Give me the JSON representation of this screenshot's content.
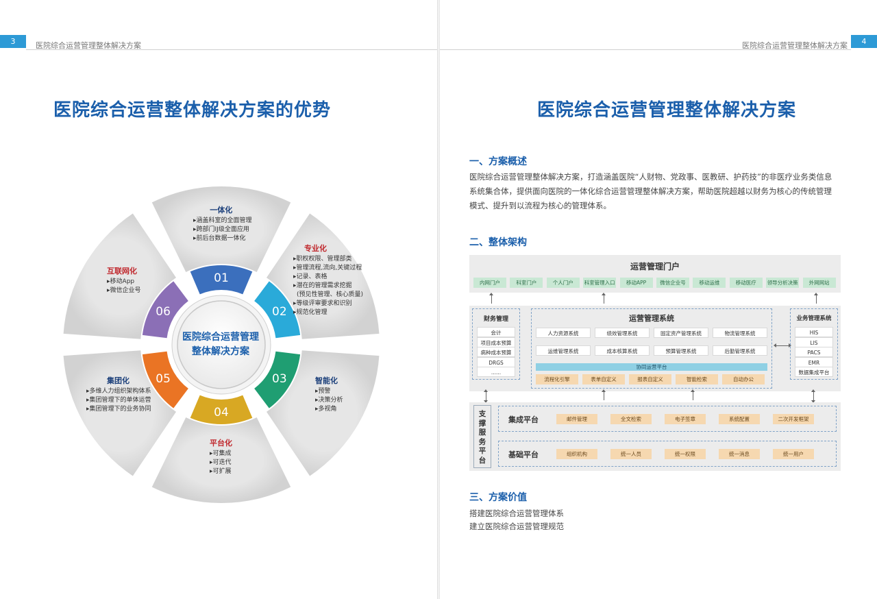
{
  "left_page": {
    "page_number": "3",
    "running_head": "医院综合运营管理整体解决方案",
    "title": "医院综合运营整体解决方案的优势",
    "center_label_line1": "医院综合运营管理",
    "center_label_line2": "整体解决方案",
    "segments": [
      {
        "number": "01",
        "title": "一体化",
        "color": "#3b6fbd",
        "items": [
          "涵盖科室的全面管理",
          "跨部门IJ级全面应用",
          "前后台数据一体化"
        ]
      },
      {
        "number": "02",
        "title": "专业化",
        "color": "#2aaad9",
        "items": [
          "职权权限、管理部类",
          "管理流程,流向,关键过程",
          "记录、表格",
          "潜在的管理需求挖掘",
          "(预见性管理、核心质量)",
          "等级评审要求和识别",
          "规范化管理"
        ]
      },
      {
        "number": "03",
        "title": "智能化",
        "color": "#1f9e72",
        "items": [
          "预警",
          "决策分析",
          "多视角"
        ]
      },
      {
        "number": "04",
        "title": "平台化",
        "color": "#d8a823",
        "items": [
          "可集成",
          "可迭代",
          "可扩展"
        ]
      },
      {
        "number": "05",
        "title": "集团化",
        "color": "#ea7424",
        "items": [
          "多维人力组织架构体系",
          "集团管理下的单体运营",
          "集团管理下的业务协同"
        ]
      },
      {
        "number": "06",
        "title": "互联网化",
        "color": "#8b6fb6",
        "items": [
          "移动App",
          "微信企业号"
        ]
      }
    ]
  },
  "right_page": {
    "page_number": "4",
    "running_head": "医院综合运营管理整体解决方案",
    "title": "医院综合运营管理整体解决方案",
    "section1": {
      "heading": "一、方案概述",
      "text": "医院综合运营管理整体解决方案，打造涵盖医院“人财物、党政事、医教研、护药技”的非医疗业务类信息系统集合体，提供面向医院的一体化综合运营管理整体解决方案，帮助医院超越以财务为核心的传统管理模式、提升到以流程为核心的管理体系。"
    },
    "section2": {
      "heading": "二、整体架构",
      "portal": {
        "title": "运营管理门户",
        "items": [
          "内网门户",
          "科室门户",
          "个人门户",
          "科室管理入口",
          "移动APP",
          "微信企业号",
          "移动运维",
          "移动医疗",
          "领导分析决策",
          "外网网站"
        ]
      },
      "finance": {
        "title": "财务管理",
        "items": [
          "会计",
          "项目成本预算",
          "病种成本预算",
          "DRGS",
          "......"
        ]
      },
      "ops": {
        "title": "运营管理系统",
        "row1": [
          "人力资源系统",
          "绩效管理系统",
          "固定资产管理系统",
          "物流管理系统"
        ],
        "row2": [
          "运维管理系统",
          "成本核算系统",
          "预算管理系统",
          "后勤管理系统"
        ],
        "collab": "协同运营平台",
        "collab_items": [
          "流程化引擎",
          "表单自定义",
          "报表自定义",
          "智能检索",
          "自动办公"
        ]
      },
      "business": {
        "title": "业务管理系统",
        "items": [
          "HIS",
          "LIS",
          "PACS",
          "EMR",
          "数据集成平台"
        ]
      },
      "support": {
        "label": [
          "支",
          "撑",
          "服",
          "务",
          "平",
          "台"
        ],
        "integration": {
          "title": "集成平台",
          "items": [
            "邮件管理",
            "全文检索",
            "电子签章",
            "系统配置",
            "二次开发框架"
          ]
        },
        "foundation": {
          "title": "基础平台",
          "items": [
            "组织机构",
            "统一人员",
            "统一权限",
            "统一消息",
            "统一用户"
          ]
        }
      }
    },
    "section3": {
      "heading": "三、方案价值",
      "lines": [
        "搭建医院综合运营管理体系",
        "建立医院综合运营管理规范"
      ]
    }
  }
}
